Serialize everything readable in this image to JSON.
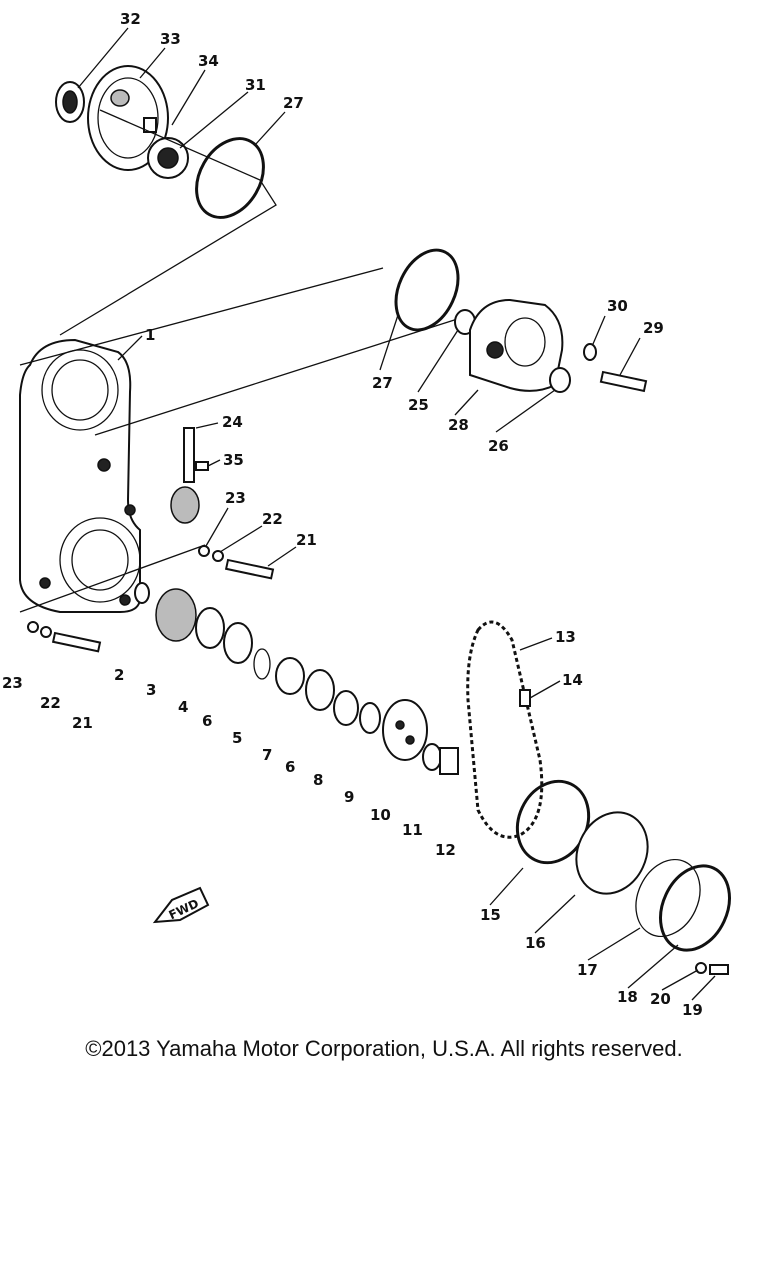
{
  "callouts": [
    "1",
    "2",
    "3",
    "4",
    "5",
    "6",
    "6",
    "7",
    "8",
    "9",
    "10",
    "11",
    "12",
    "13",
    "14",
    "15",
    "16",
    "17",
    "18",
    "19",
    "20",
    "21",
    "21",
    "22",
    "22",
    "23",
    "23",
    "24",
    "25",
    "26",
    "27",
    "27",
    "28",
    "29",
    "30",
    "31",
    "32",
    "33",
    "34",
    "35"
  ],
  "fwd_label": "FWD",
  "copyright": "©2013 Yamaha Motor Corporation, U.S.A. All rights reserved."
}
